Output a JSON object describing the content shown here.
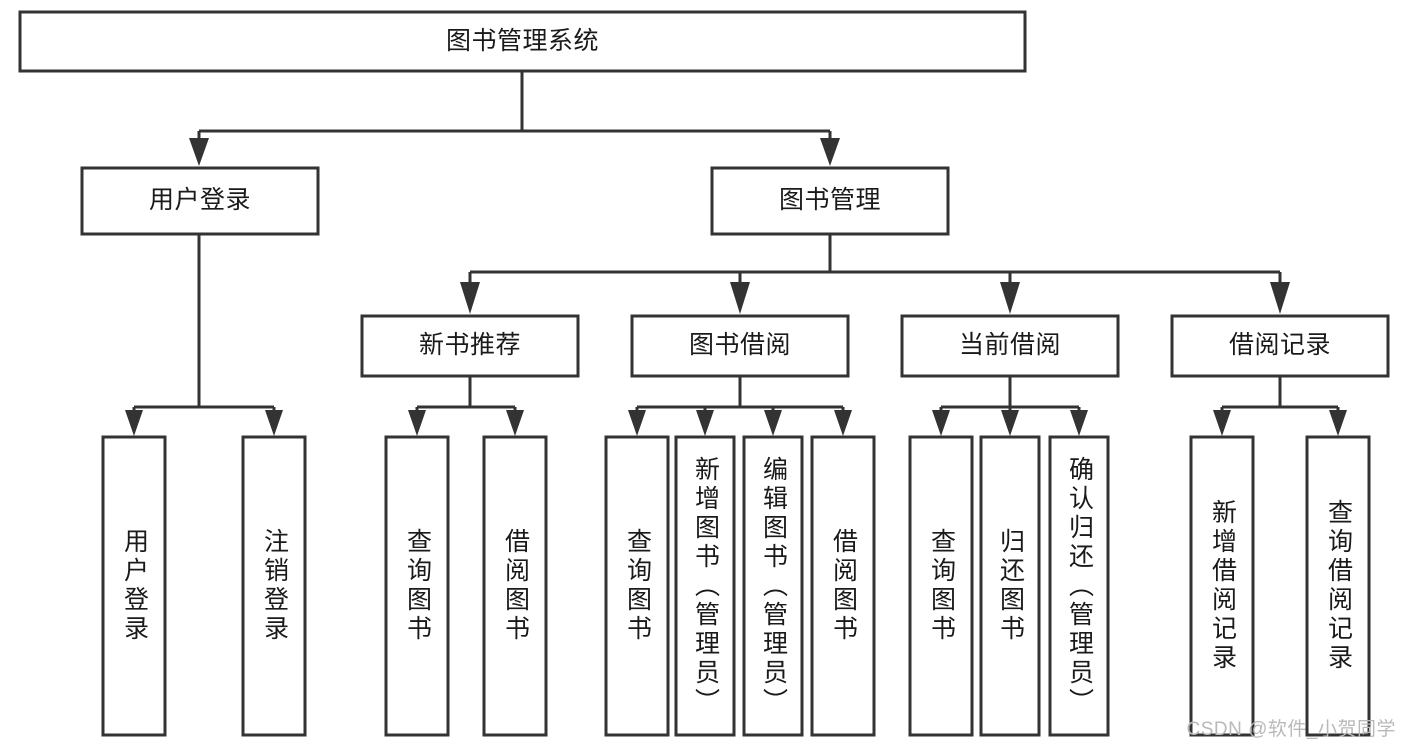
{
  "diagram": {
    "title": "图书管理系统",
    "type": "tree-hierarchy-diagram",
    "root": {
      "id": "root",
      "label": "图书管理系统"
    },
    "level2": [
      {
        "id": "user-login",
        "label": "用户登录"
      },
      {
        "id": "book-management",
        "label": "图书管理"
      }
    ],
    "level3": [
      {
        "id": "new-book-recommend",
        "label": "新书推荐",
        "parent": "book-management"
      },
      {
        "id": "book-borrow",
        "label": "图书借阅",
        "parent": "book-management"
      },
      {
        "id": "current-borrow",
        "label": "当前借阅",
        "parent": "book-management"
      },
      {
        "id": "borrow-record",
        "label": "借阅记录",
        "parent": "book-management"
      }
    ],
    "leaves": [
      {
        "id": "leaf-user-login",
        "label": "用户登录",
        "parent": "user-login"
      },
      {
        "id": "leaf-user-logout",
        "label": "注销登录",
        "parent": "user-login"
      },
      {
        "id": "leaf-query-book-1",
        "label": "查询图书",
        "parent": "new-book-recommend"
      },
      {
        "id": "leaf-borrow-book-1",
        "label": "借阅图书",
        "parent": "new-book-recommend"
      },
      {
        "id": "leaf-query-book-2",
        "label": "查询图书",
        "parent": "book-borrow"
      },
      {
        "id": "leaf-add-book",
        "label": "新增图书（管理员）",
        "parent": "book-borrow"
      },
      {
        "id": "leaf-edit-book",
        "label": "编辑图书（管理员）",
        "parent": "book-borrow"
      },
      {
        "id": "leaf-borrow-book-2",
        "label": "借阅图书",
        "parent": "book-borrow"
      },
      {
        "id": "leaf-query-book-3",
        "label": "查询图书",
        "parent": "current-borrow"
      },
      {
        "id": "leaf-return-book",
        "label": "归还图书",
        "parent": "current-borrow"
      },
      {
        "id": "leaf-confirm-return",
        "label": "确认归还（管理员）",
        "parent": "current-borrow"
      },
      {
        "id": "leaf-add-record",
        "label": "新增借阅记录",
        "parent": "borrow-record"
      },
      {
        "id": "leaf-query-record",
        "label": "查询借阅记录",
        "parent": "borrow-record"
      }
    ],
    "colors": {
      "stroke": "#333333",
      "fill": "#ffffff",
      "text": "#1a1a1a",
      "watermark": "#b9b9b9",
      "background": "#ffffff"
    }
  },
  "watermark": {
    "text": "CSDN @软件_小贺同学"
  }
}
